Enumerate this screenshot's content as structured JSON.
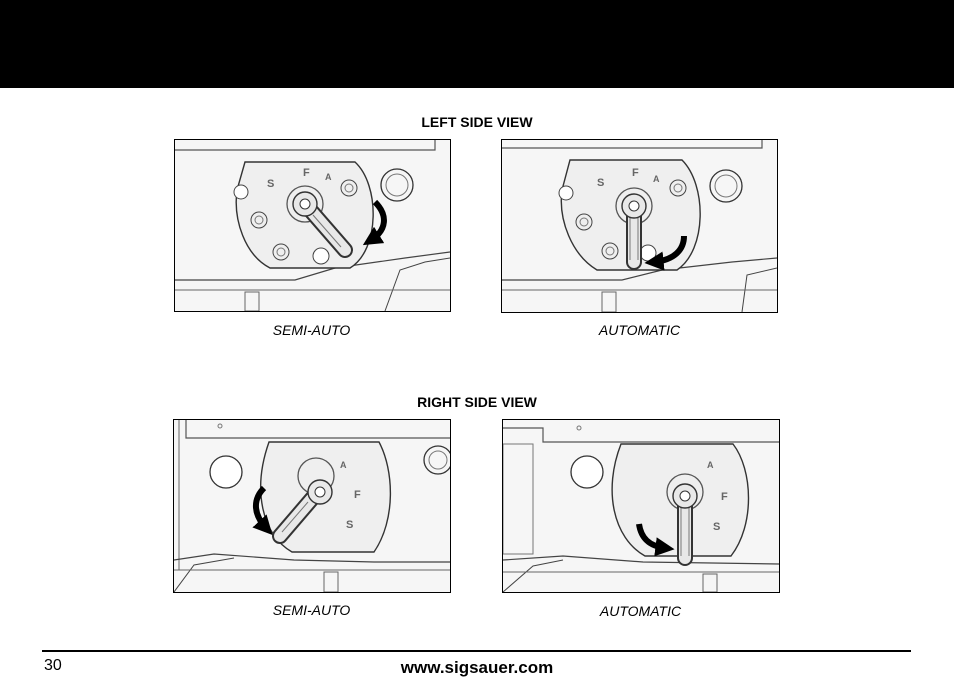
{
  "sections": {
    "left": {
      "title": "LEFT SIDE VIEW",
      "captions": [
        "SEMI-AUTO",
        "AUTOMATIC"
      ]
    },
    "right": {
      "title": "RIGHT SIDE VIEW",
      "captions": [
        "SEMI-AUTO",
        "AUTOMATIC"
      ]
    }
  },
  "selector_marks": {
    "safe": "S",
    "fire": "F",
    "auto": "A"
  },
  "footer": {
    "page_number": "30",
    "url": "www.sigsauer.com"
  }
}
